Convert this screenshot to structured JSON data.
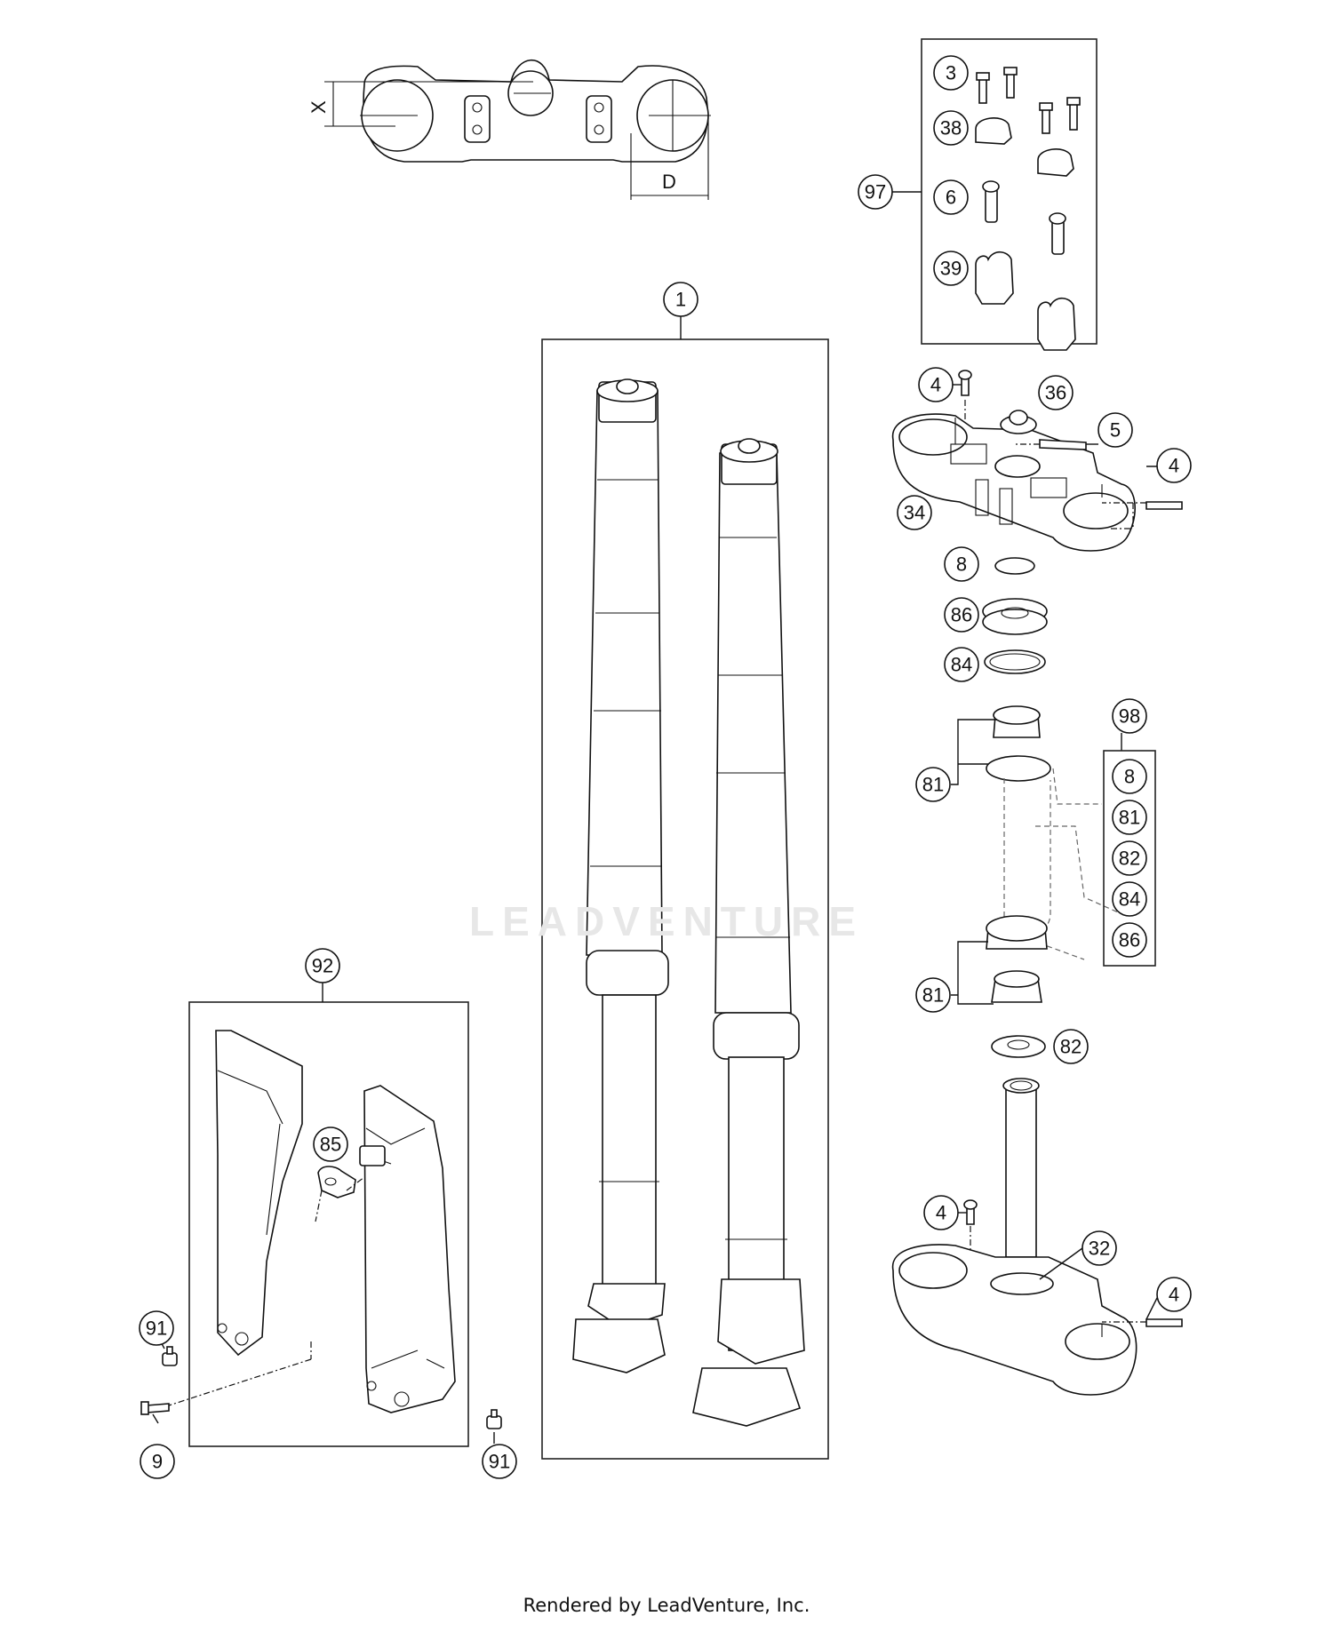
{
  "dimension_labels": {
    "x": "X",
    "d": "D"
  },
  "callouts": [
    {
      "id": "c-3",
      "label": "3"
    },
    {
      "id": "c-38",
      "label": "38"
    },
    {
      "id": "c-97",
      "label": "97"
    },
    {
      "id": "c-6",
      "label": "6"
    },
    {
      "id": "c-39",
      "label": "39"
    },
    {
      "id": "c-1",
      "label": "1"
    },
    {
      "id": "c-4a",
      "label": "4"
    },
    {
      "id": "c-36",
      "label": "36"
    },
    {
      "id": "c-5",
      "label": "5"
    },
    {
      "id": "c-4b",
      "label": "4"
    },
    {
      "id": "c-34",
      "label": "34"
    },
    {
      "id": "c-8",
      "label": "8"
    },
    {
      "id": "c-86",
      "label": "86"
    },
    {
      "id": "c-84",
      "label": "84"
    },
    {
      "id": "c-98",
      "label": "98"
    },
    {
      "id": "c-81a",
      "label": "81"
    },
    {
      "id": "c-98-8",
      "label": "8"
    },
    {
      "id": "c-98-81",
      "label": "81"
    },
    {
      "id": "c-98-82",
      "label": "82"
    },
    {
      "id": "c-98-84",
      "label": "84"
    },
    {
      "id": "c-98-86",
      "label": "86"
    },
    {
      "id": "c-81b",
      "label": "81"
    },
    {
      "id": "c-82",
      "label": "82"
    },
    {
      "id": "c-92",
      "label": "92"
    },
    {
      "id": "c-85",
      "label": "85"
    },
    {
      "id": "c-4c",
      "label": "4"
    },
    {
      "id": "c-32",
      "label": "32"
    },
    {
      "id": "c-4d",
      "label": "4"
    },
    {
      "id": "c-91a",
      "label": "91"
    },
    {
      "id": "c-9",
      "label": "9"
    },
    {
      "id": "c-91b",
      "label": "91"
    }
  ],
  "watermark": "LEADVENTURE",
  "footer": "Rendered by LeadVenture, Inc."
}
